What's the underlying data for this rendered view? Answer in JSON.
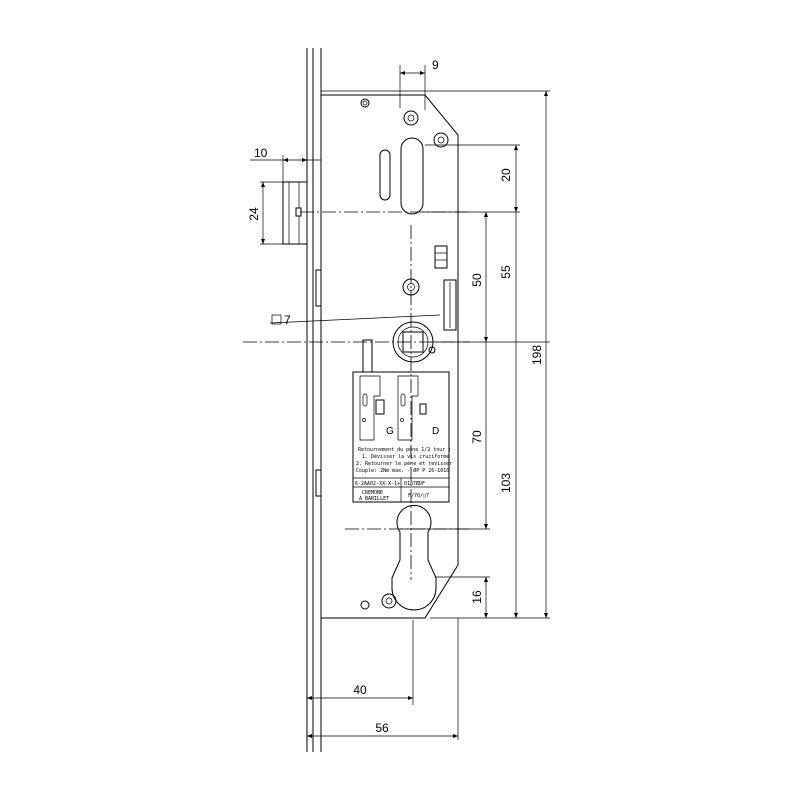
{
  "dimensions": {
    "d9": "9",
    "d10": "10",
    "d24": "24",
    "d20": "20",
    "d55": "55",
    "d50": "50",
    "d198": "198",
    "d7": "7",
    "d70": "70",
    "d103": "103",
    "d16": "16",
    "d40": "40",
    "d56": "56"
  },
  "label": {
    "letter_left": "G",
    "letter_right": "D",
    "line1": "Retournement du pêne 1/2 tour :",
    "line2": "1. Dévisser la vis cruciforme",
    "line3": "2. Retourner le pêne et revisser",
    "line4": "Couple: 2Nm max. - ØP P 26-1010",
    "code_left": "6-2AA02-XX-X-1+",
    "code_right": "0107BDF",
    "name_line1": "CREMONE",
    "name_line2": "A BARILLET",
    "spec": "F/70/□7"
  }
}
